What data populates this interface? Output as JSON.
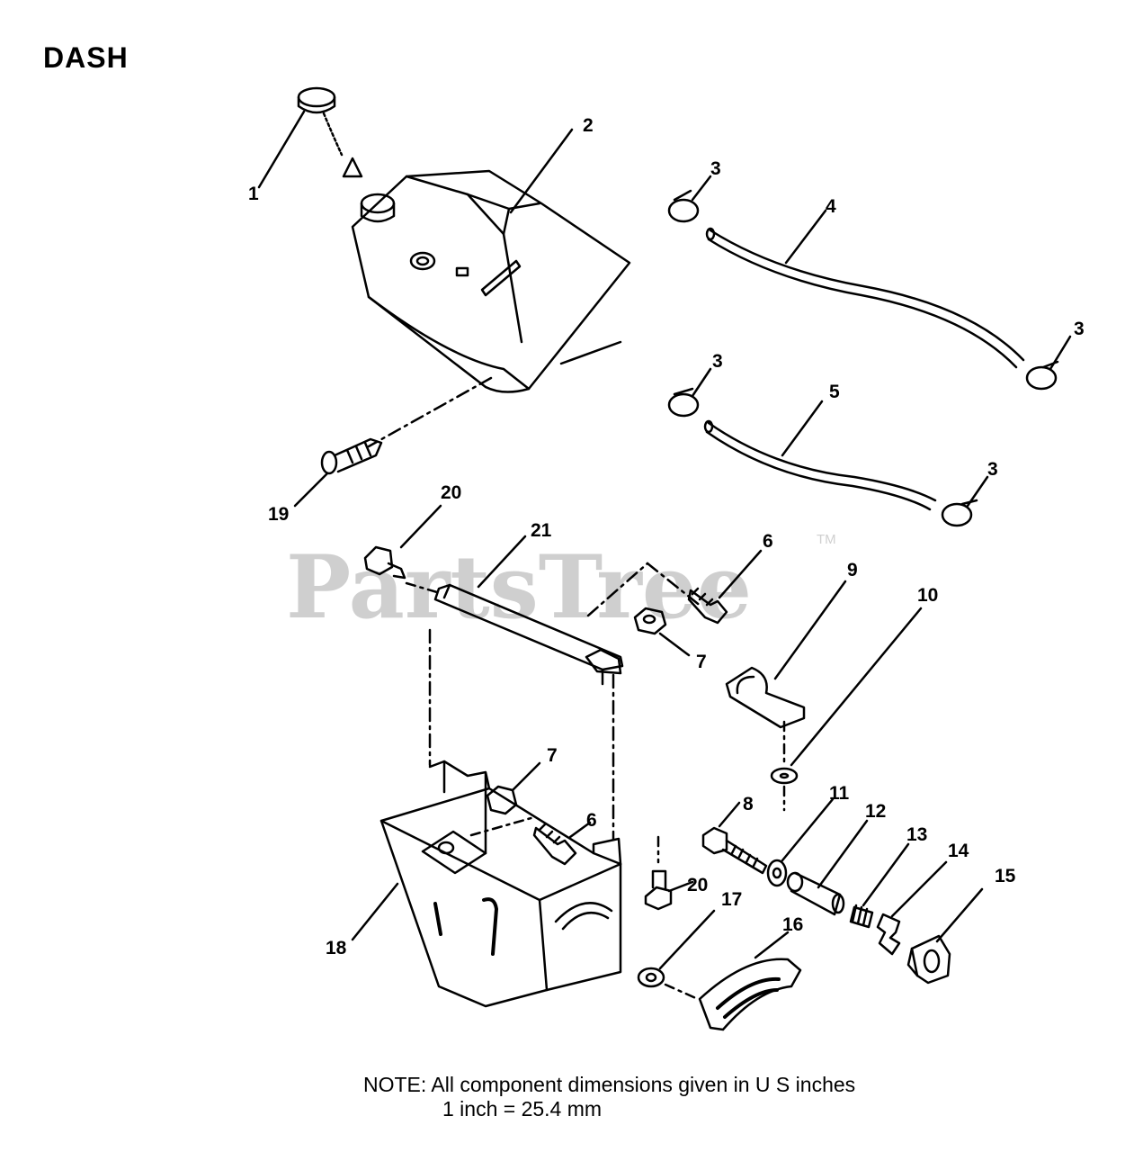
{
  "title": "DASH",
  "watermark": {
    "text": "PartsTree",
    "tm": "TM"
  },
  "note": {
    "line1": "NOTE:  All component dimensions given in U S  inches",
    "line2": "1 inch = 25.4 mm"
  },
  "callouts": [
    "1",
    "2",
    "3",
    "3",
    "3",
    "3",
    "4",
    "5",
    "6",
    "6",
    "7",
    "7",
    "8",
    "9",
    "10",
    "11",
    "12",
    "13",
    "14",
    "15",
    "16",
    "17",
    "18",
    "19",
    "20",
    "20",
    "21"
  ],
  "parts": [
    "fuel-cap",
    "fuel-tank",
    "hose-clamp",
    "fuel-line-upper",
    "fuel-line-lower",
    "screw",
    "nut",
    "bolt",
    "clip",
    "washer",
    "spacer-washer",
    "bushing",
    "spring",
    "retainer",
    "bracket",
    "lever-plate",
    "grommet",
    "dash-panel",
    "push-rivet",
    "hex-bolt",
    "mounting-bracket"
  ]
}
